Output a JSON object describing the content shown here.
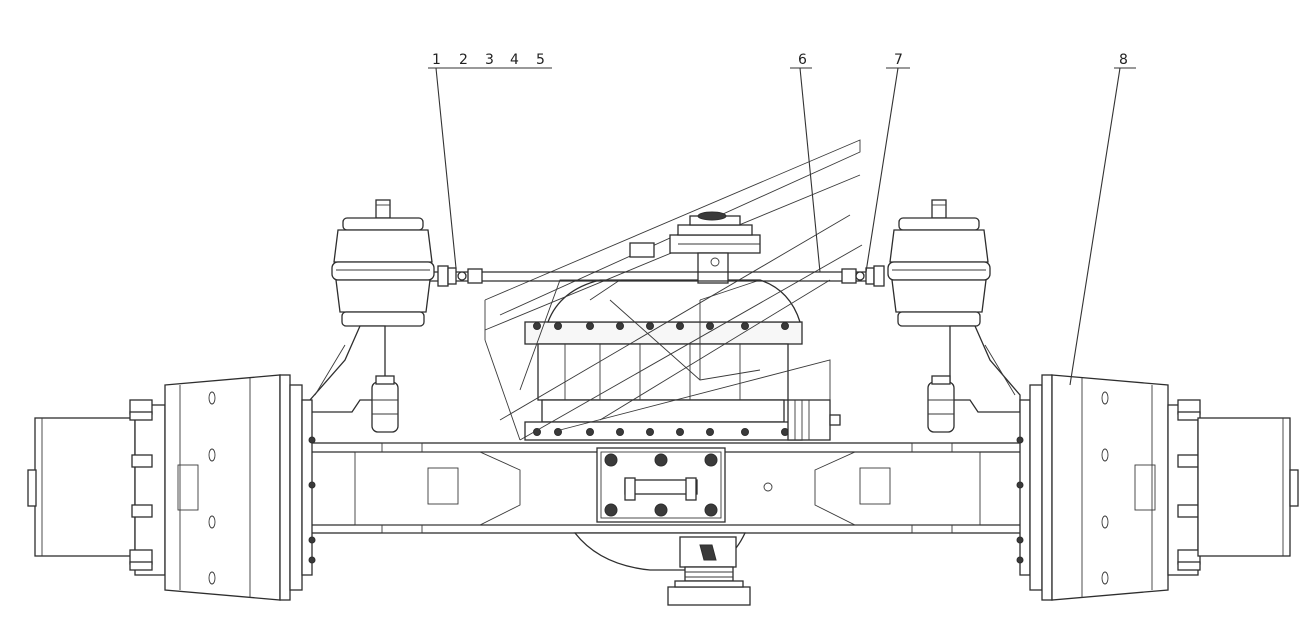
{
  "callouts": {
    "c1": "1",
    "c2": "2",
    "c3": "3",
    "c4": "4",
    "c5": "5",
    "c6": "6",
    "c7": "7",
    "c8": "8"
  },
  "colors": {
    "line": "#2e2e2e",
    "paper": "#ffffff"
  }
}
